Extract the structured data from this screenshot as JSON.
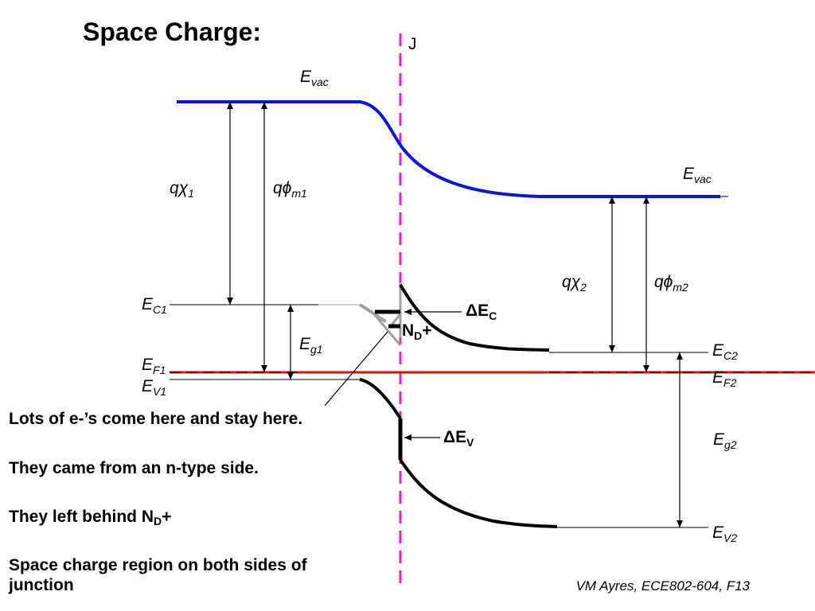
{
  "slide": {
    "title": "Space Charge:",
    "footer": "VM Ayres, ECE802-604, F13"
  },
  "diagram": {
    "junction_label": "J",
    "labels": {
      "evac_left": {
        "main": "E",
        "sub": "vac"
      },
      "evac_right": {
        "main": "E",
        "sub": "vac"
      },
      "q_chi1": {
        "main": "qχ",
        "sub": "1"
      },
      "q_phi_m1": {
        "main": "qϕ",
        "sub": "m1"
      },
      "q_chi2": {
        "main": "qχ",
        "sub": "2"
      },
      "q_phi_m2": {
        "main": "qϕ",
        "sub": "m2"
      },
      "ec1": {
        "main": "E",
        "sub": "C1"
      },
      "eg1": {
        "main": "E",
        "sub": "g1"
      },
      "ef1": {
        "main": "E",
        "sub": "F1"
      },
      "ev1": {
        "main": "E",
        "sub": "V1"
      },
      "ec2": {
        "main": "E",
        "sub": "C2"
      },
      "ef2": {
        "main": "E",
        "sub": "F2"
      },
      "eg2": {
        "main": "E",
        "sub": "g2"
      },
      "ev2": {
        "main": "E",
        "sub": "V2"
      },
      "delta_ec": {
        "main": "ΔE",
        "sub": "C"
      },
      "delta_ev": {
        "main": "ΔE",
        "sub": "V"
      },
      "nd_plus": {
        "main": "N",
        "sub": "D",
        "suffix": "+"
      }
    },
    "colors": {
      "vacuum_level": "#0a14dc",
      "fermi_level": "#e01010",
      "junction": "#e020e0",
      "band_edges": "#000000",
      "gray_bands": "#a0a0a0"
    }
  },
  "notes": {
    "line1": "Lots of e-’s come here and stay here.",
    "line2": "They came from an n-type side.",
    "line3_main": "They left behind N",
    "line3_sub": "D",
    "line3_suffix": "+",
    "line4a": "Space charge region on both sides of",
    "line4b": "junction"
  }
}
